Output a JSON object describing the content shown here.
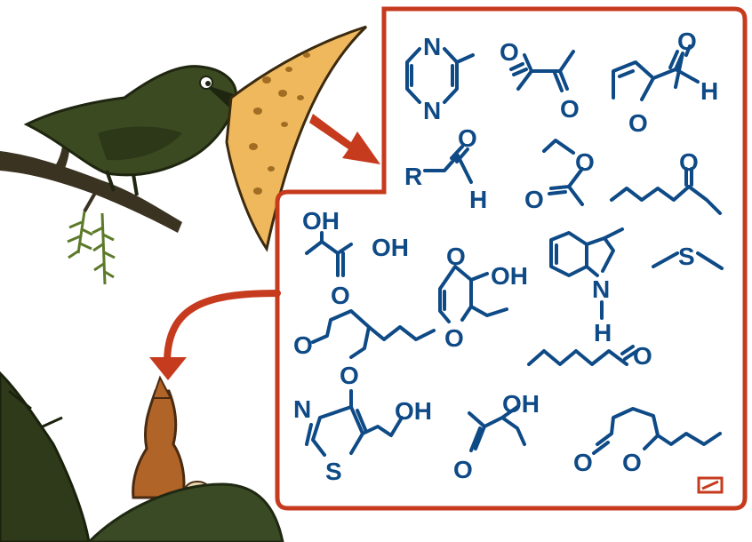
{
  "labels": {
    "N": "N",
    "O": "O",
    "H": "H",
    "R": "R",
    "S": "S",
    "OH": "OH"
  },
  "colors": {
    "frame": "#c63a1e",
    "molecule": "#0e4a86",
    "cheese": "#f0b85c",
    "crow": "#3c4a22",
    "fox": "#b06428",
    "ground": "#3a4a24"
  }
}
